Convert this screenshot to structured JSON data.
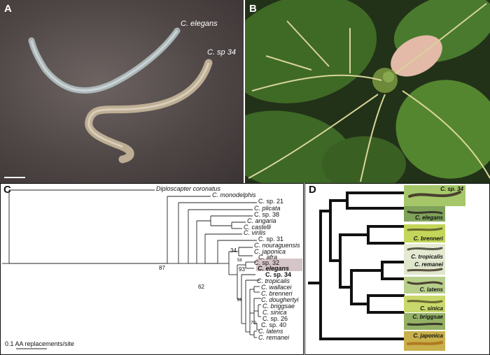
{
  "panelA": {
    "letter": "A",
    "label_elegans": "C. elegans",
    "label_sp34": "C. sp 34"
  },
  "panelB": {
    "letter": "B"
  },
  "panelC": {
    "letter": "C",
    "scale_label": "0.1 AA replacements/site",
    "taxa": [
      "Diploscapter coronatus",
      "C. monodelphis",
      "C. sp. 21",
      "C. plicata",
      "C. sp. 38",
      "C. angaria",
      "C. castelli",
      "C. virilis",
      "C. sp. 31",
      "C. nouraguensis",
      "C. japonica",
      "C. afra",
      "C. sp. 32",
      "C. elegans",
      "C. sp. 34",
      "C. tropicalis",
      "C. wallacei",
      "C. brenneri",
      "C. doughertyi",
      "C. briggsae",
      "C. sinica",
      "C. sp. 26",
      "C. sp. 40",
      "C. latens",
      "C. remanei"
    ],
    "support": [
      "87",
      "62",
      "34",
      "58",
      "93",
      "88",
      "70"
    ]
  },
  "panelD": {
    "letter": "D",
    "species": [
      "C. sp. 34",
      "C. elegans",
      "C. brenneri",
      "C. tropicalis",
      "C. remanei",
      "C. latens",
      "C. sinica",
      "C. briggsae",
      "C. japonica"
    ]
  }
}
